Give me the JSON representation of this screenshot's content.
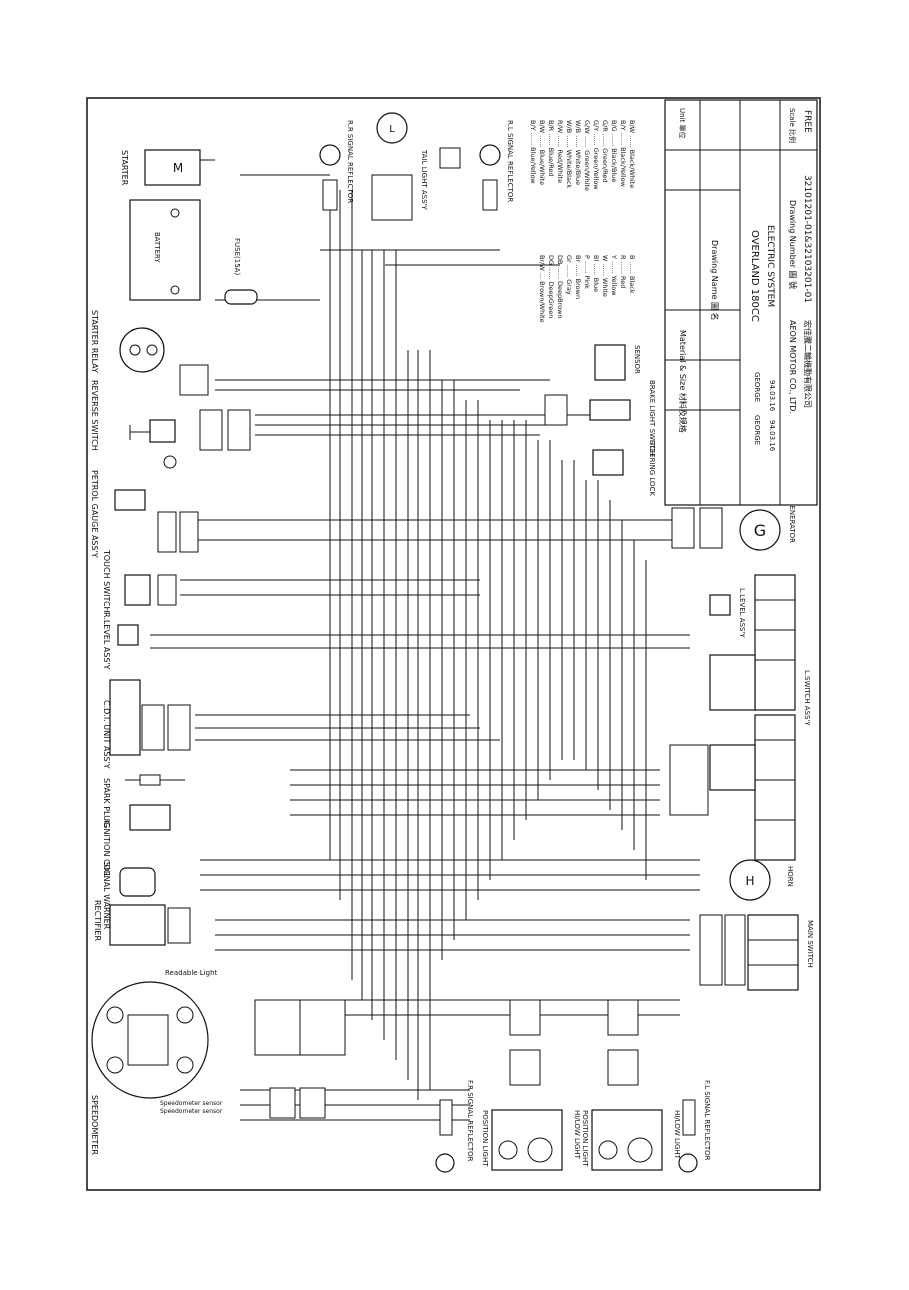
{
  "components": {
    "starter": "STARTER",
    "battery": "BATTERY",
    "fuse": "FUSE(15A)",
    "starter_relay": "STARTER RELAY",
    "reverse_switch": "REVERSE SWITCH",
    "petrol_gauge": "PETROL GAUGE ASS'Y",
    "touch_switch": "TOUCH SWITCH",
    "r_level": "R.LEVEL ASS'Y",
    "cdi": "C.D.I. UNIT ASS'Y",
    "spark_plug": "SPARK PLUG",
    "ignition_coil": "IGNITION COIL",
    "signal_warner": "SIGNAL WARNER",
    "rectifier": "RECTIFIER",
    "speedometer": "SPEEDOMETER",
    "readable_light": "Readable Light",
    "speed_sensor_1": "Speedometer sensor",
    "speed_sensor_2": "Speedometer sensor",
    "rr_signal": "R.R SIGNAL REFLECTOR",
    "tail_light": "TAIL LIGHT ASS'Y",
    "rl_signal": "R.L SIGNAL REFLECTOR",
    "sensor": "SENSOR",
    "brake_switch": "BRAKE LIGHT SWITCH",
    "steering_lock": "STEERING LOCK",
    "generator": "GENERATOR",
    "l_level": "L.LEVEL ASS'Y",
    "l_switch": "L.SWITCH ASS'Y",
    "horn": "HORN",
    "main_switch": "MAIN SWITCH",
    "fr_signal": "F.R SIGNAL REFLECTOR",
    "position_light_1": "POSITION LIGHT",
    "hilow_light_1": "HI/LOW LIGHT",
    "position_light_2": "POSITION LIGHT",
    "hilow_light_2": "HI/LOW LIGHT",
    "fl_signal": "F.L SIGNAL REFLECTOR"
  },
  "colors": {
    "left": [
      "B ...... Black",
      "R ...... Red",
      "Y ...... Yellow",
      "W ...... White",
      "Bl ...... Blue",
      "P ...... Pink",
      "Br ...... Brown",
      "Gr ...... Gray",
      "DB ...... DeepBrown",
      "DG ...... DeepGreen",
      "Br/W ... Brown/White"
    ],
    "right": [
      "B/W ...... Black/White",
      "B/Y ...... Black/Yellow",
      "B/G ...... Black/Blue",
      "G/R ...... Green/Red",
      "G/Y ...... Green/Yellow",
      "G/W ...... Green/White",
      "W/B ...... White/Blue",
      "W/B ...... White/Black",
      "R/W ...... Red/White",
      "B/R ...... Blue/Red",
      "B/W ...... Blue/White",
      "B/Y ...... Blue/Yellow"
    ]
  },
  "title_block": {
    "material_label": "Material & Size 材料及規格",
    "drawing_name_label": "Drawing Name 圖 名",
    "drawing_name": "OVERLAND 180CC",
    "drawing_sub": "ELECTRIC SYSTEM",
    "drawing_number_label": "Drawing Number 圖 號",
    "drawing_number": "32101201-01&32103201-01",
    "company": "宏佳騰二輪機動有限公司",
    "company_en": "AEON MOTOR CO., LTD.",
    "designer": "GEORGE",
    "checker": "GEORGE",
    "date1": "94.03.16",
    "date2": "94.03.16",
    "scale_label": "Scale 比例",
    "scale": "FREE",
    "unit_label": "Unit 單位"
  }
}
